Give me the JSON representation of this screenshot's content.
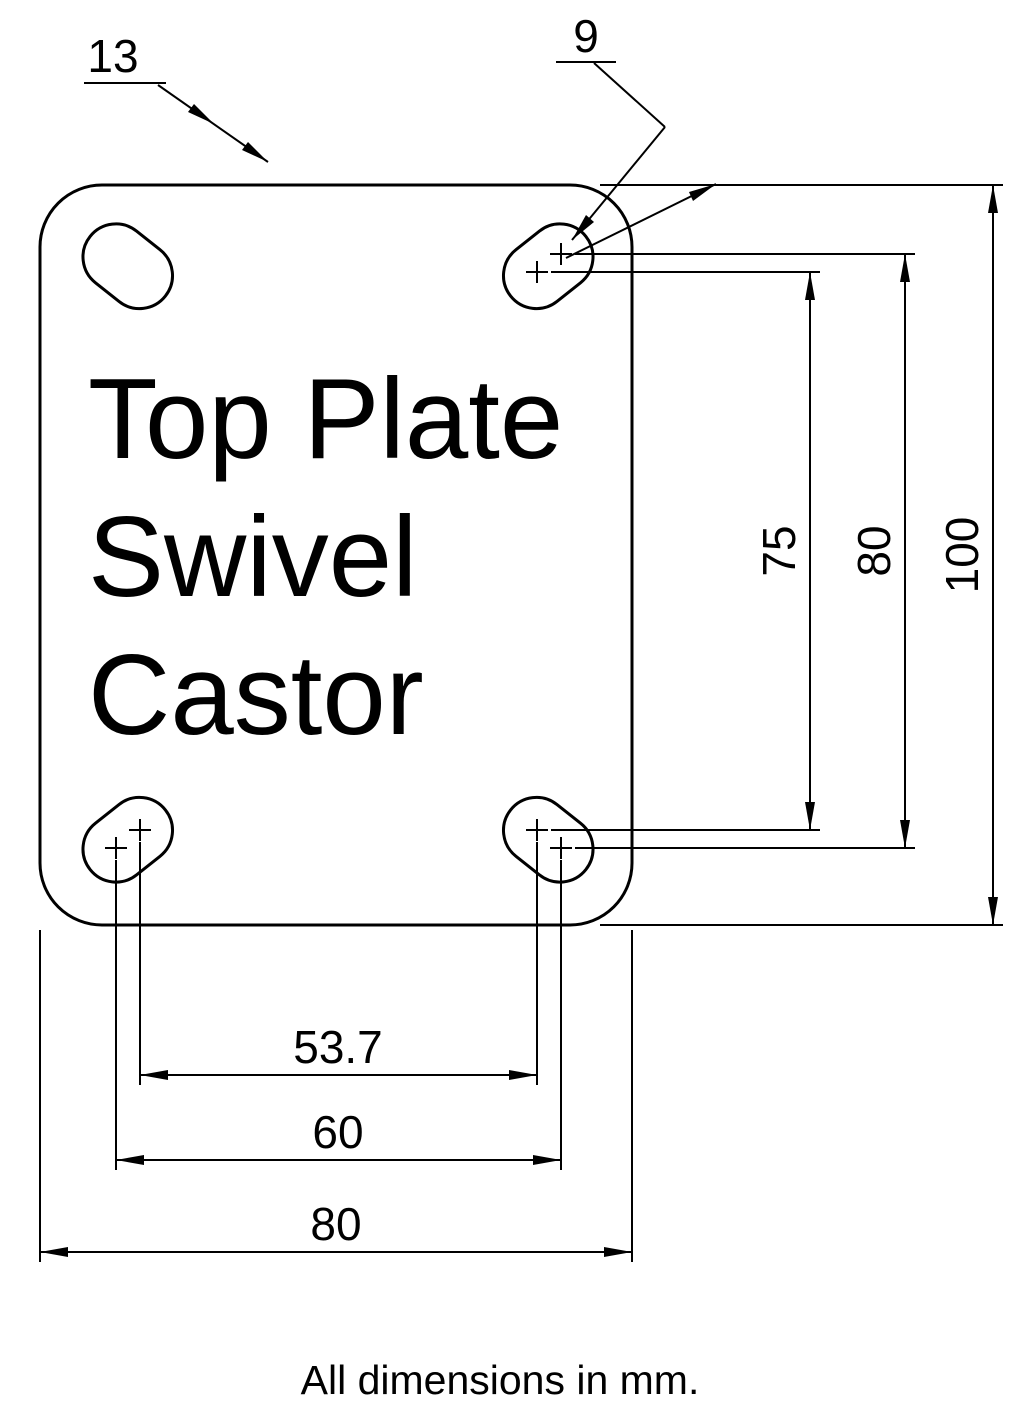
{
  "drawing": {
    "title_lines": [
      "Top Plate",
      "Swivel",
      "Castor"
    ],
    "footer_note": "All dimensions in mm.",
    "colors": {
      "line": "#000000",
      "background": "#ffffff"
    },
    "dimensions": {
      "slot_length": "13",
      "bolt_hole_diameter": "9",
      "bolt_spacing_vertical_inner": "75",
      "bolt_spacing_vertical_outer": "80",
      "plate_height": "100",
      "bolt_spacing_horizontal_inner": "53.7",
      "bolt_spacing_horizontal_outer": "60",
      "plate_width": "80"
    }
  }
}
